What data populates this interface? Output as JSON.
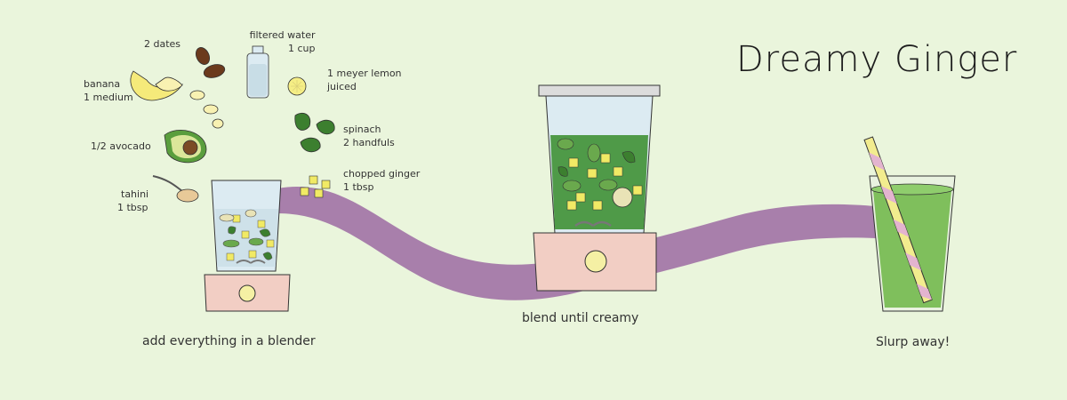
{
  "title": "Dreamy Ginger",
  "ingredients": {
    "dates": [
      "2 dates"
    ],
    "water": [
      "filtered water",
      "1 cup"
    ],
    "lemon": [
      "1 meyer lemon",
      "juiced"
    ],
    "banana": [
      "banana",
      "1 medium"
    ],
    "avocado": [
      "1/2 avocado"
    ],
    "spinach": [
      "spinach",
      "2 handfuls"
    ],
    "ginger": [
      "chopped ginger",
      "1 tbsp"
    ],
    "tahini": [
      "tahini",
      "1 tbsp"
    ]
  },
  "steps": [
    "add everything in a blender",
    "blend until creamy",
    "Slurp away!"
  ],
  "colors": {
    "background": "#eaf5dc",
    "ribbon": "#a87fab",
    "blender_base": "#f2cec4",
    "smoothie": "#4f9a48",
    "drink": "#7fbf5c",
    "straw_yellow": "#f2ec8e",
    "straw_pink": "#e3b4cf"
  }
}
